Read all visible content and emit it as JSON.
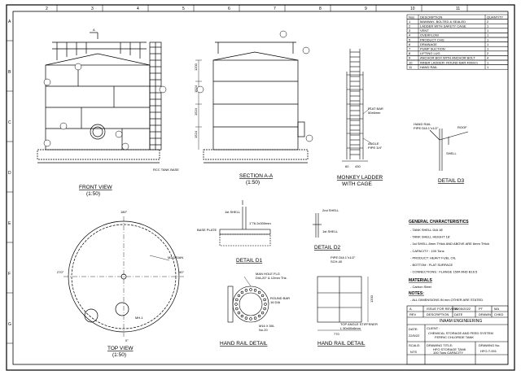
{
  "views": {
    "front": {
      "title": "FRONT VIEW",
      "scale": "(1:50)",
      "section_mark": "A",
      "rcc_label": "RCC TANK BASE"
    },
    "section": {
      "title": "SECTION A-A",
      "scale": "(1:50)",
      "dims": [
        "1200",
        "1524",
        "1524",
        "1524"
      ]
    },
    "ladder": {
      "title": "MONKEY LADDER",
      "subtitle": "WITH CAGE",
      "flat_bar": "FLAT BAR",
      "flat_bar_size": "50x6mm",
      "angle": "ANGLE",
      "pipe": "PIPE 3/4\"",
      "dim_a": "60",
      "dim_b": "430"
    },
    "d3": {
      "title": "DETAIL D3",
      "hand_rail": "HAND RAIL",
      "pipe": "PIPE DIA 1\"x1/2\"",
      "roof": "ROOF",
      "shell": "SHELL"
    },
    "d1": {
      "title": "DETAIL D1",
      "first_shell": "1st SHELL",
      "base_plate": "BASE PLATE",
      "dim": "1\"76.2x300mm"
    },
    "d2": {
      "title": "DETAIL D2",
      "second_shell": "2nd SHELL",
      "first_shell": "1st SHELL"
    },
    "top": {
      "title": "TOP VIEW",
      "scale": "(1:50)",
      "angles": [
        "180°",
        "90°",
        "270°",
        "0°"
      ],
      "m2": "M2 DRAIN",
      "mh": "MH-1"
    },
    "hand_rail_1": {
      "title": "HAND RAIL DETAIL",
      "manhole": "MAN HOLE FLG",
      "manhole_size": "DIA-20\" & 12mm Thk.",
      "round_bar": "ROUND BAR",
      "round_bar_size": "16 DIA",
      "bolt": "M16 X 50L",
      "bolt_count": "No.20"
    },
    "hand_rail_2": {
      "title": "HAND RAIL DETAIL",
      "pipe": "PIPE DIA 1\"x1/2\"",
      "sch": "SCH-40",
      "top_angle": "TOP ANGLE STIFFENER",
      "top_angle_size": "L 50x50x6mm",
      "dim_w": "770",
      "dim_h": "1200"
    }
  },
  "parts_table": {
    "headers": [
      "Nos",
      "DESCRIPTION",
      "QUANTITY"
    ],
    "rows": [
      [
        "1",
        "MANWAY- BOLTED & SEALED",
        "2"
      ],
      [
        "2",
        "LADDER WITH SAFETY CAGE",
        "1"
      ],
      [
        "3",
        "VENT",
        "1"
      ],
      [
        "4",
        "OVERFLOW",
        "1"
      ],
      [
        "5",
        "PRODUCT CHG",
        "1"
      ],
      [
        "6",
        "DRAINAGE",
        "1"
      ],
      [
        "7",
        "PUMP SUCTION",
        "1"
      ],
      [
        "8",
        "LIFTING LUG",
        "2"
      ],
      [
        "9",
        "ANCHOR BOX WITH ANCHOR BOLT",
        "4"
      ],
      [
        "10",
        "INNER LADDER- ROUND BAR 400mm",
        "1"
      ],
      [
        "11",
        "HAND RAIL",
        "1"
      ]
    ]
  },
  "general": {
    "title": "GENERAL CHARACTERISTICS",
    "items": [
      "- TANK SHELL DIA 18'",
      "- TANK SHELL HEIGHT 18'",
      "- 1st SHELL 8mm THick AND ABOVE ARE 6mm THick",
      "- CAPACITY : 100 Tons",
      "- PRODUCT: HEAVY FUEL OIL",
      "- BOTTOM : FLAT SURFACE",
      "- CONNECTIONS : FLANGE 150# AND B16.5"
    ],
    "materials_title": "MATERIALS",
    "materials": "- Carbon Steel",
    "notes_title": "NOTES:",
    "notes": "- ALL DIMENSIONS IN mm OTHER ARE STATED."
  },
  "revision": {
    "headers": [
      "REV",
      "DESCRIPTION",
      "DATE",
      "DRAWN",
      "CHKD"
    ],
    "row": [
      "A",
      "ISSUE FOR REVIEW",
      "05/05/2022",
      "PT",
      "MA"
    ]
  },
  "title_block": {
    "company": "INAAM ENGINEERING",
    "date_label": "DATE:",
    "date": "22/5/22",
    "client_label": "CLIENT :",
    "project": "CHEMICAL STORAGE AND FEED SYSTEM",
    "project2": "FERRIC CHLORIDE TANK",
    "scale_label": "SCALE:",
    "scale": "NTS",
    "drawing_title_label": "DRAWING TITLE:",
    "drawing_title": "HFO STORAGE TANK",
    "drawing_title2": "100 Tons CAPACITY",
    "drawing_no_label": "DRAWING No.",
    "drawing_no": "HFO-T-001"
  },
  "border": {
    "top_numbers": [
      "2",
      "3",
      "4",
      "5",
      "6",
      "7",
      "8",
      "9",
      "10",
      "11"
    ],
    "side_letters": [
      "A",
      "B",
      "C",
      "D",
      "E",
      "F",
      "G"
    ]
  }
}
